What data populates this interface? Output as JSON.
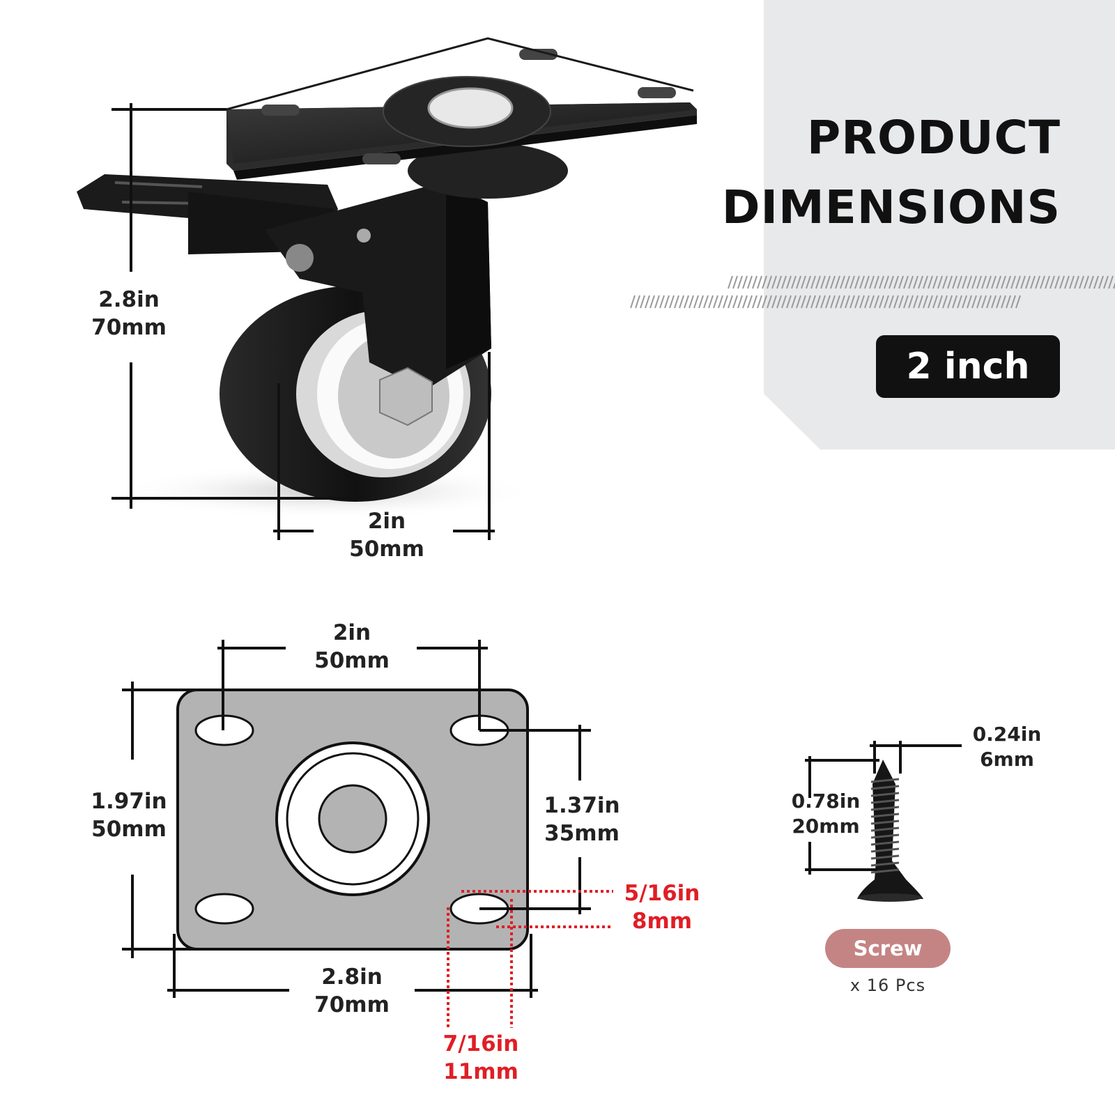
{
  "heading": {
    "line1": "PRODUCT",
    "line2": "DIMENSIONS"
  },
  "badge": {
    "label": "2 inch"
  },
  "caster_view": {
    "height": {
      "imperial": "2.8in",
      "metric": "70mm"
    },
    "wheel_width": {
      "imperial": "2in",
      "metric": "50mm"
    }
  },
  "plate_view": {
    "hole_spacing_width": {
      "imperial": "2in",
      "metric": "50mm"
    },
    "plate_height": {
      "imperial": "1.97in",
      "metric": "50mm"
    },
    "hole_spacing_height": {
      "imperial": "1.37in",
      "metric": "35mm"
    },
    "slot_width": {
      "imperial": "5/16in",
      "metric": "8mm"
    },
    "plate_width": {
      "imperial": "2.8in",
      "metric": "70mm"
    },
    "slot_length": {
      "imperial": "7/16in",
      "metric": "11mm"
    }
  },
  "screw": {
    "head_width": {
      "imperial": "0.24in",
      "metric": "6mm"
    },
    "length": {
      "imperial": "0.78in",
      "metric": "20mm"
    },
    "label": "Screw",
    "quantity": "x 16 Pcs"
  },
  "colors": {
    "accent_red": "#e01e25",
    "panel_gray": "#e8e9eb",
    "pill": "#c58484"
  }
}
